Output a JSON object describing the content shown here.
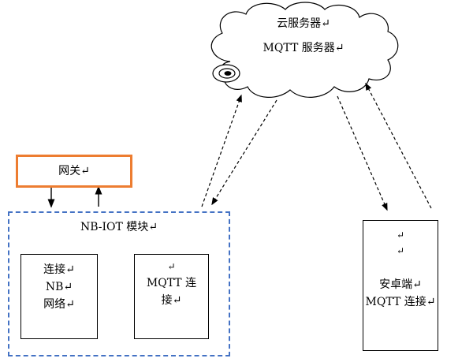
{
  "cloud": {
    "line1": "云服务器↵",
    "line2": "MQTT 服务器↵"
  },
  "gateway": {
    "label": "网关↵"
  },
  "nbiot": {
    "title": "NB-IOT 模块↵",
    "box1": {
      "lines": [
        "连接↵",
        "NB↵",
        "网络↵"
      ]
    },
    "box2": {
      "lines": [
        "↵",
        "MQTT 连",
        "接↵"
      ]
    }
  },
  "android": {
    "lines": [
      "↵",
      "↵",
      "安卓端↵",
      "MQTT 连接↵"
    ]
  },
  "icons": {
    "cloud_tail": "spiral-icon"
  },
  "colors": {
    "gateway_border": "#ED7D31",
    "nbiot_border": "#4472C4",
    "shape_stroke": "#000000",
    "background": "#FFFFFF"
  }
}
